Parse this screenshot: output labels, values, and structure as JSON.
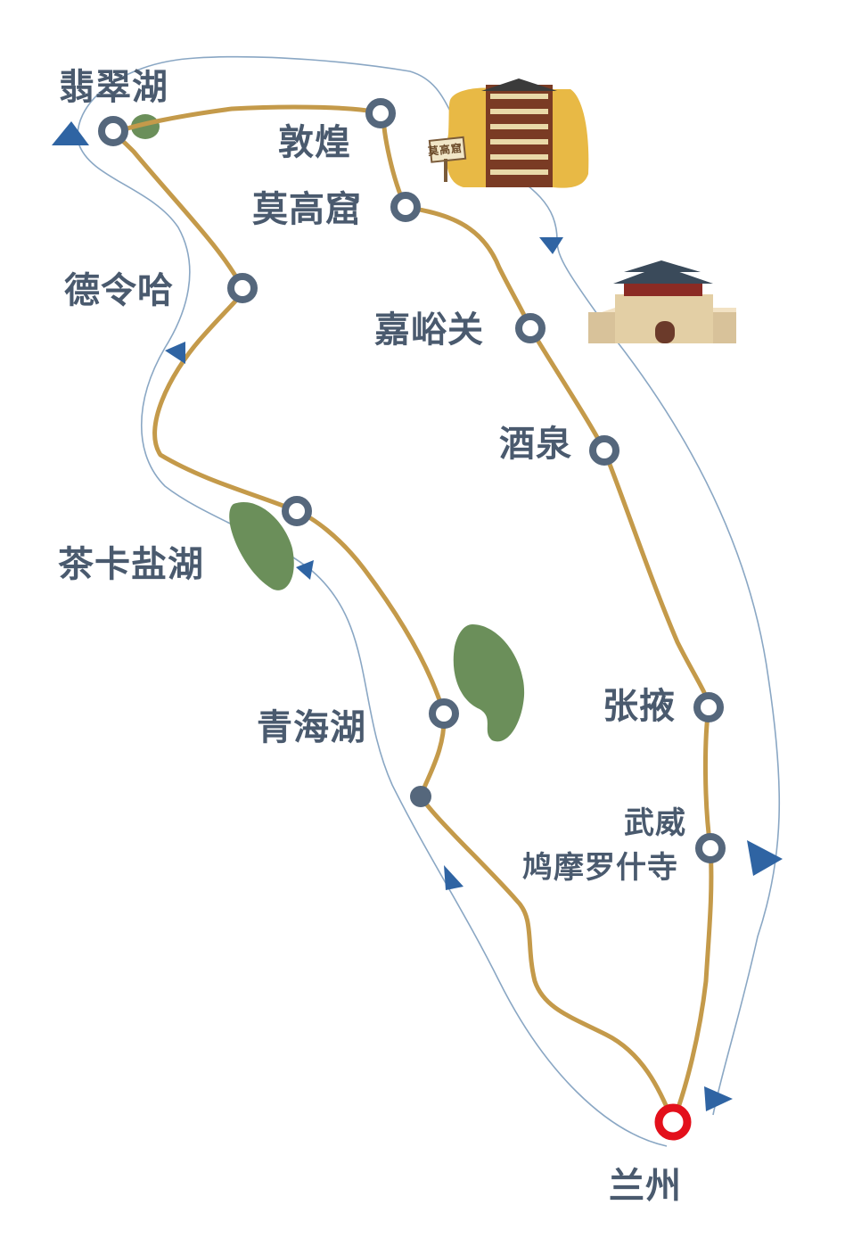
{
  "map": {
    "colors": {
      "route": "#c49a4a",
      "direction_line": "#8aa7c4",
      "direction_arrow": "#2f64a3",
      "stop": "#55677c",
      "start": "#e3101b",
      "lake": "#6b8f5a",
      "label": "#4a5a6e"
    },
    "start_stop": {
      "name": "兰州",
      "marker": "red-ring"
    },
    "stops": [
      {
        "id": "feicuihu",
        "name": "翡翠湖"
      },
      {
        "id": "dunhuang",
        "name": "敦煌"
      },
      {
        "id": "mogaoku",
        "name": "莫高窟"
      },
      {
        "id": "delingha",
        "name": "德令哈"
      },
      {
        "id": "jiayuguan",
        "name": "嘉峪关"
      },
      {
        "id": "jiuquan",
        "name": "酒泉"
      },
      {
        "id": "chakayanhu",
        "name": "茶卡盐湖"
      },
      {
        "id": "qinghaihu",
        "name": "青海湖"
      },
      {
        "id": "zhangye",
        "name": "张掖"
      },
      {
        "id": "wuwei",
        "name": "武威",
        "subtitle": "鸠摩罗什寺"
      }
    ],
    "landmark_images": [
      {
        "id": "mogao-caves",
        "icon": "pagoda-icon",
        "sign_text": "莫高窟"
      },
      {
        "id": "jiayuguan-pass",
        "icon": "gate-tower-icon"
      }
    ],
    "direction": "loop-from-lanzhou"
  }
}
